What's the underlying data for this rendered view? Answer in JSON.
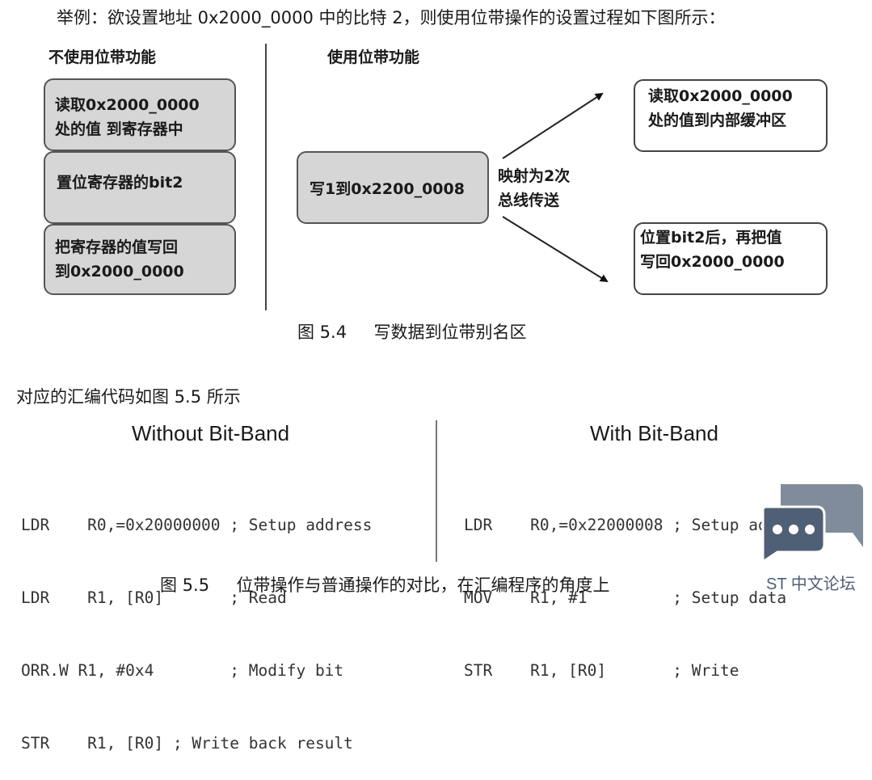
{
  "intro": "举例：欲设置地址 0x2000_0000 中的比特 2，则使用位带操作的设置过程如下图所示：",
  "figure54": {
    "left_heading": "不使用位带功能",
    "right_heading": "使用位带功能",
    "left_steps": [
      [
        "读取0x2000_0000",
        "处的值 到寄存器中"
      ],
      [
        "置位寄存器的bit2"
      ],
      [
        "把寄存器的值写回",
        "到0x2000_0000"
      ]
    ],
    "write_box": "写1到0x2200_0008",
    "mapping_label": [
      "映射为2次",
      "总线传送"
    ],
    "right_results": [
      [
        "读取0x2000_0000",
        "处的值到内部缓冲区"
      ],
      [
        "位置bit2后，再把值",
        "写回0x2000_0000"
      ]
    ],
    "caption": "图 5.4     写数据到位带别名区"
  },
  "code_intro": "对应的汇编代码如图 5.5 所示",
  "figure55": {
    "left_title": "Without Bit-Band",
    "right_title": "With Bit-Band",
    "left_code": [
      "LDR    R0,=0x20000000 ; Setup address",
      "LDR    R1, [R0]       ; Read",
      "ORR.W R1, #0x4        ; Modify bit",
      "STR    R1, [R0] ; Write back result"
    ],
    "right_code": [
      "LDR    R0,=0x22000008 ; Setup address",
      "MOV    R1, #1         ; Setup data",
      "STR    R1, [R0]       ; Write"
    ],
    "caption": "图 5.5     位带操作与普通操作的对比，在汇编程序的角度上"
  },
  "watermark": {
    "text": "ST 中文论坛",
    "icon": "chat-bubble-icon",
    "color": "#4f5f75"
  }
}
